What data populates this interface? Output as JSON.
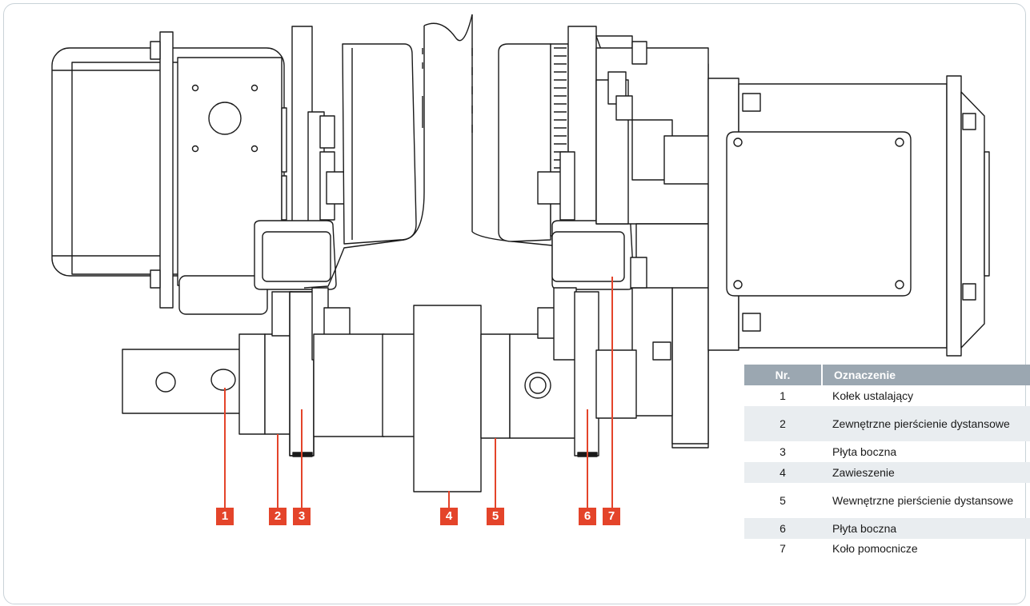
{
  "colors": {
    "accent": "#e4442a",
    "table_header": "#9ba7b1",
    "table_band": "#e9edf0",
    "line": "#1a1a1a"
  },
  "callouts": [
    "1",
    "2",
    "3",
    "4",
    "5",
    "6",
    "7"
  ],
  "legend": {
    "header_nr": "Nr.",
    "header_label": "Oznaczenie",
    "rows": [
      {
        "nr": "1",
        "label": "Kołek ustalający"
      },
      {
        "nr": "2",
        "label": "Zewnętrzne pierścienie dystansowe"
      },
      {
        "nr": "3",
        "label": "Płyta boczna"
      },
      {
        "nr": "4",
        "label": "Zawieszenie"
      },
      {
        "nr": "5",
        "label": "Wewnętrzne pierścienie dystansowe"
      },
      {
        "nr": "6",
        "label": "Płyta boczna"
      },
      {
        "nr": "7",
        "label": "Koło pomocnicze"
      }
    ]
  }
}
